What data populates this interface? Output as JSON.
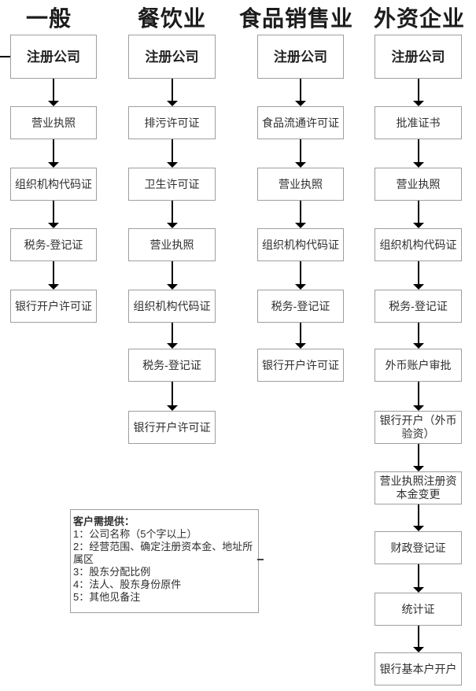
{
  "columns": [
    {
      "title": "一般",
      "steps": [
        "注册公司",
        "营业执照",
        "组织机构代码证",
        "税务-登记证",
        "银行开户许可证"
      ]
    },
    {
      "title": "餐饮业",
      "steps": [
        "注册公司",
        "排污许可证",
        "卫生许可证",
        "营业执照",
        "组织机构代码证",
        "税务-登记证",
        "银行开户许可证"
      ]
    },
    {
      "title": "食品销售业",
      "steps": [
        "注册公司",
        "食品流通许可证",
        "营业执照",
        "组织机构代码证",
        "税务-登记证",
        "银行开户许可证"
      ]
    },
    {
      "title": "外资企业",
      "steps": [
        "注册公司",
        "批准证书",
        "营业执照",
        "组织机构代码证",
        "税务-登记证",
        "外币账户审批",
        "银行开户（外币验资）",
        "营业执照注册资本金变更",
        "财政登记证",
        "统计证",
        "银行基本户开户"
      ]
    }
  ],
  "note": {
    "title": "客户需提供：",
    "lines": [
      "1：公司名称（5个字以上）",
      "2：经营范围、确定注册资本金、地址所属区",
      "3：股东分配比例",
      "4：法人、股东身份原件",
      "5：其他见备注"
    ]
  },
  "colors": {
    "box_border": "#9e9e9e",
    "box_text": "#2e2e2e",
    "header_text": "#1c1c1c",
    "arrow": "#000000",
    "background": "#ffffff"
  }
}
